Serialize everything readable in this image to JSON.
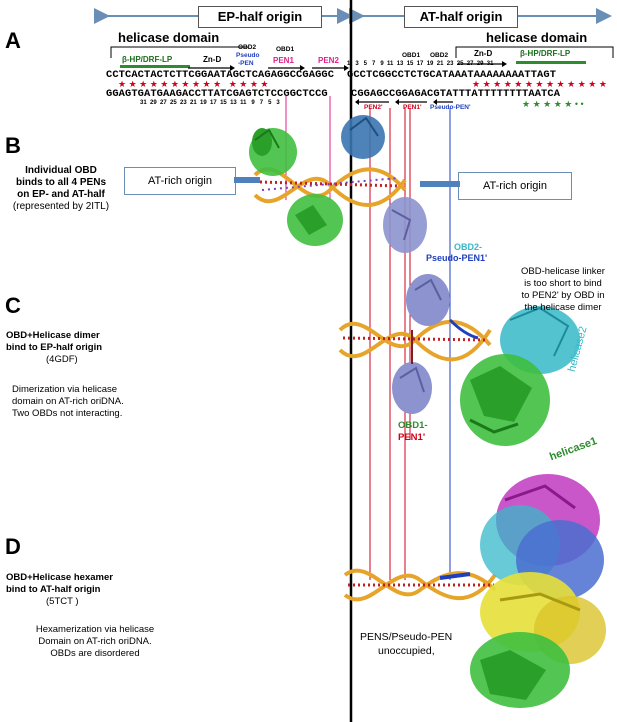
{
  "header": {
    "ep_half": "EP-half origin",
    "at_half": "AT-half origin",
    "left_domain": "helicase domain",
    "right_domain": "helicase domain"
  },
  "panels": {
    "a": "A",
    "b": "B",
    "c": "C",
    "d": "D"
  },
  "panel_a": {
    "top_seq_left": "CCTCACTACTCTTCGGAATAGCTCAGAGGCCGAGGC",
    "top_seq_right": "GCCTCGGCCTCTGCATAAATAAAAAAAATTAGT",
    "bottom_seq_left": "GGAGTGATGAAGACCTTATCGAGTCTCCGGCTCCG",
    "bottom_seq_right": "CGGAGCCGGAGACGTATTTATTTTTTTTAATCA",
    "bp_hp_left": "β-HP/DRF-LP",
    "zn_d_left": "Zn-D",
    "obd2_pseudo_pen_l1": "OBD2",
    "obd2_pseudo_pen_l2": "Pseudo",
    "obd2_pseudo_pen_l3": "-PEN",
    "obd1_pen1_l1": "OBD1",
    "obd1_pen1_l2": "PEN1",
    "pen2": "PEN2",
    "obd1_right": "OBD1",
    "obd2_right": "OBD2",
    "zn_d_right": "Zn-D",
    "bp_hp_right": "β-HP/DRF-LP",
    "pen2_prime": "PEN2'",
    "pen1_prime": "PEN1'",
    "pseudo_pen_prime": "Pseudo-PEN'",
    "top_numbers": "1   3   5   7   9  11  13  15  17  19  21  23  25  27  29  31",
    "bottom_numbers": "31  29  27  25  23  21  19  17  15  13  11   9   7   5   3"
  },
  "panel_b": {
    "caption_l1": "Individual OBD",
    "caption_l2": "binds to all 4 PENs",
    "caption_l3": "on EP- and AT-half",
    "caption_l4": "(represented by 2ITL)",
    "left_box": "AT-rich origin",
    "right_box": "AT-rich origin"
  },
  "panel_c": {
    "caption_l1": "OBD+Helicase dimer",
    "caption_l2": "bind to EP-half origin",
    "caption_l3": "(4GDF)",
    "caption_l4": "Dimerization via helicase",
    "caption_l5": "domain on AT-rich oriDNA.",
    "caption_l6": "Two OBDs not interacting.",
    "obd2_label_l1": "OBD2-",
    "obd2_label_l2": "Pseudo-PEN1'",
    "linker_l1": "OBD-helicase linker",
    "linker_l2": "is too short to bind",
    "linker_l3": "to PEN2' by OBD in",
    "linker_l4": "the helicase dimer",
    "helicase2": "helicase2",
    "helicase1": "helicase1",
    "obd1_label_l1": "OBD1-",
    "obd1_label_l2": "PEN1'"
  },
  "panel_d": {
    "caption_l1": "OBD+Helicase hexamer",
    "caption_l2": "bind to AT-half origin",
    "caption_l3": "(5TCT )",
    "caption_l4": "Hexamerization via helicase",
    "caption_l5": "Domain on AT-rich oriDNA.",
    "caption_l6": "OBDs are disordered",
    "pens_l1": "PENS/Pseudo-PEN",
    "pens_l2": "unoccupied,"
  },
  "colors": {
    "arrow_blue": "#6a8fb7",
    "pen_magenta": "#e0218a",
    "pen_red": "#d0021b",
    "pseudo_blue": "#1f3fbf",
    "star_red": "#d0021b",
    "star_green": "#2e8b2e",
    "obd_green": "#3fbf3f",
    "helicase_cyan": "#36b8c8"
  }
}
